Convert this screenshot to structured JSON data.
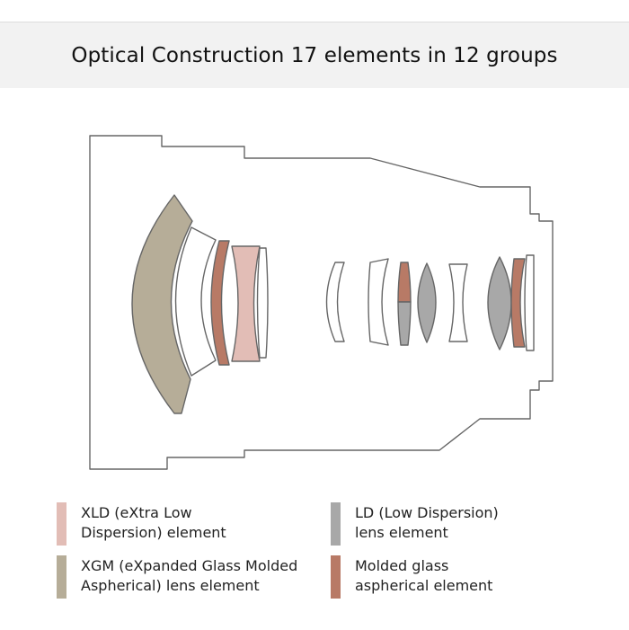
{
  "header": {
    "title": "Optical Construction 17 elements in 12 groups"
  },
  "colors": {
    "xld": "#e2bdb6",
    "xgm": "#b6ad98",
    "ld": "#a8a8a8",
    "molded": "#b87a66",
    "outline": "#666666",
    "header_bg": "#f2f2f2"
  },
  "legend": [
    {
      "key": "xld",
      "line1": "XLD (eXtra Low",
      "line2": "Dispersion) element",
      "color": "#e2bdb6"
    },
    {
      "key": "ld",
      "line1": "LD (Low Dispersion)",
      "line2": "lens element",
      "color": "#a8a8a8"
    },
    {
      "key": "xgm",
      "line1": "XGM (eXpanded Glass Molded",
      "line2": "Aspherical) lens element",
      "color": "#b6ad98"
    },
    {
      "key": "molded",
      "line1": "Molded glass",
      "line2": "aspherical element",
      "color": "#b87a66"
    }
  ]
}
